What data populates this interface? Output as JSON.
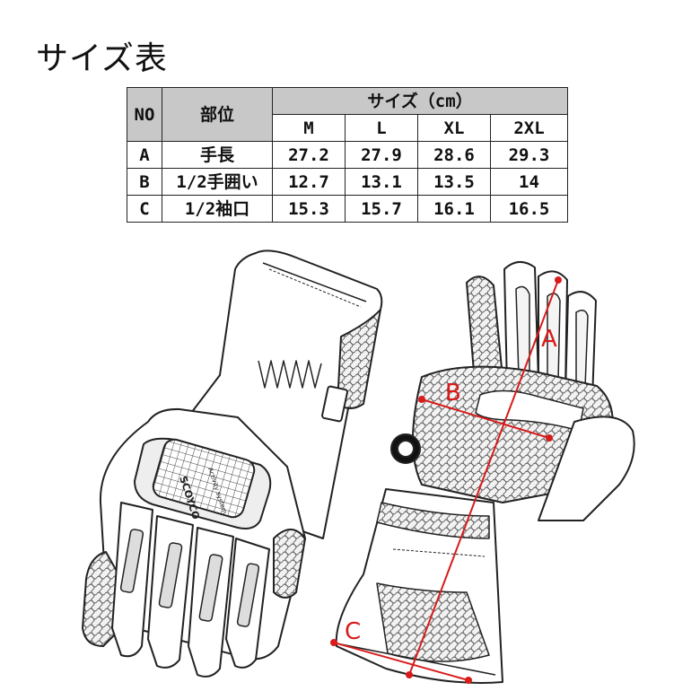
{
  "title": "サイズ表",
  "table": {
    "col_no": "NO",
    "col_part": "部位",
    "col_size_group": "サイズ（cm）",
    "sizes": [
      "M",
      "L",
      "XL",
      "2XL"
    ],
    "rows": [
      {
        "no": "A",
        "part": "手長",
        "values": [
          "27.2",
          "27.9",
          "28.6",
          "29.3"
        ]
      },
      {
        "no": "B",
        "part": "1/2手囲い",
        "values": [
          "12.7",
          "13.1",
          "13.5",
          "14"
        ]
      },
      {
        "no": "C",
        "part": "1/2袖口",
        "values": [
          "15.3",
          "15.7",
          "16.1",
          "16.5"
        ]
      }
    ]
  },
  "diagram": {
    "brand": "SCOYCO",
    "tagline": "Activity system",
    "labels": {
      "a": "A",
      "b": "B",
      "c": "C"
    },
    "measure_color": "#d81b1b"
  }
}
